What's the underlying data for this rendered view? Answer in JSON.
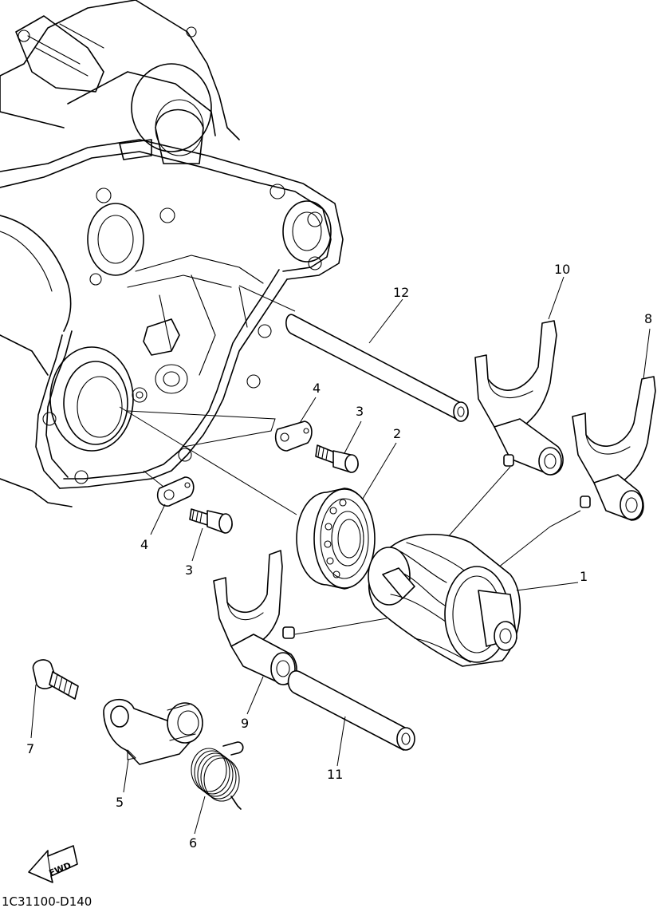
{
  "parts": [
    {
      "ref": "1",
      "part": "shift-cam"
    },
    {
      "ref": "2",
      "part": "bearing"
    },
    {
      "ref": "3",
      "part": "bolt"
    },
    {
      "ref": "3",
      "part": "bolt"
    },
    {
      "ref": "4",
      "part": "retainer-plate"
    },
    {
      "ref": "4",
      "part": "retainer-plate"
    },
    {
      "ref": "5",
      "part": "stopper-lever"
    },
    {
      "ref": "6",
      "part": "torsion-spring"
    },
    {
      "ref": "7",
      "part": "bolt"
    },
    {
      "ref": "8",
      "part": "shift-fork"
    },
    {
      "ref": "9",
      "part": "shift-fork"
    },
    {
      "ref": "10",
      "part": "shift-fork"
    },
    {
      "ref": "11",
      "part": "guide-bar"
    },
    {
      "ref": "12",
      "part": "guide-bar"
    }
  ],
  "fwd_label": "FWD",
  "diagram_code": "1C31100-D140"
}
